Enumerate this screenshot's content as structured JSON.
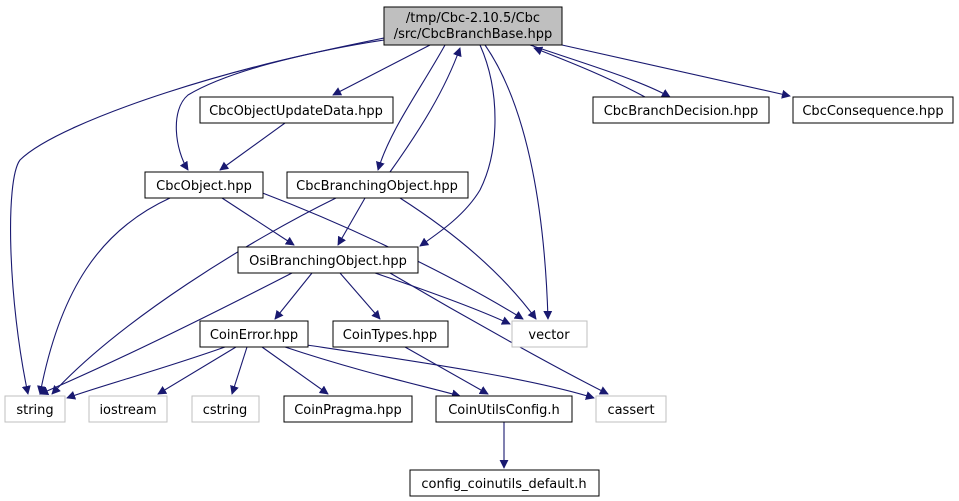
{
  "nodes": {
    "root": {
      "lines": [
        "/tmp/Cbc-2.10.5/Cbc",
        "/src/CbcBranchBase.hpp"
      ],
      "kind": "root"
    },
    "objupd": {
      "label": "CbcObjectUpdateData.hpp",
      "kind": "header"
    },
    "brdec": {
      "label": "CbcBranchDecision.hpp",
      "kind": "header"
    },
    "conseq": {
      "label": "CbcConsequence.hpp",
      "kind": "header"
    },
    "cbcobj": {
      "label": "CbcObject.hpp",
      "kind": "header"
    },
    "cbcbr": {
      "label": "CbcBranchingObject.hpp",
      "kind": "header"
    },
    "osibr": {
      "label": "OsiBranchingObject.hpp",
      "kind": "header"
    },
    "coinerr": {
      "label": "CoinError.hpp",
      "kind": "header"
    },
    "cointypes": {
      "label": "CoinTypes.hpp",
      "kind": "header"
    },
    "vector": {
      "label": "vector",
      "kind": "external"
    },
    "string": {
      "label": "string",
      "kind": "external"
    },
    "iostream": {
      "label": "iostream",
      "kind": "external"
    },
    "cstring": {
      "label": "cstring",
      "kind": "external"
    },
    "pragma": {
      "label": "CoinPragma.hpp",
      "kind": "header"
    },
    "utilscfg": {
      "label": "CoinUtilsConfig.h",
      "kind": "header"
    },
    "cassert": {
      "label": "cassert",
      "kind": "external"
    },
    "cfgdef": {
      "label": "config_coinutils_default.h",
      "kind": "header"
    }
  },
  "edges": [
    {
      "from": "root",
      "to": "objupd"
    },
    {
      "from": "root",
      "to": "brdec"
    },
    {
      "from": "root",
      "to": "conseq"
    },
    {
      "from": "root",
      "to": "cbcobj"
    },
    {
      "from": "root",
      "to": "cbcbr"
    },
    {
      "from": "root",
      "to": "osibr"
    },
    {
      "from": "root",
      "to": "vector"
    },
    {
      "from": "root",
      "to": "string"
    },
    {
      "from": "brdec",
      "to": "root"
    },
    {
      "from": "cbcbr",
      "to": "root"
    },
    {
      "from": "objupd",
      "to": "cbcobj"
    },
    {
      "from": "cbcobj",
      "to": "osibr"
    },
    {
      "from": "cbcobj",
      "to": "string"
    },
    {
      "from": "cbcobj",
      "to": "vector"
    },
    {
      "from": "cbcbr",
      "to": "osibr"
    },
    {
      "from": "cbcbr",
      "to": "string"
    },
    {
      "from": "cbcbr",
      "to": "vector"
    },
    {
      "from": "osibr",
      "to": "coinerr"
    },
    {
      "from": "osibr",
      "to": "cointypes"
    },
    {
      "from": "osibr",
      "to": "vector"
    },
    {
      "from": "osibr",
      "to": "string"
    },
    {
      "from": "osibr",
      "to": "cassert"
    },
    {
      "from": "coinerr",
      "to": "string"
    },
    {
      "from": "coinerr",
      "to": "iostream"
    },
    {
      "from": "coinerr",
      "to": "cstring"
    },
    {
      "from": "coinerr",
      "to": "pragma"
    },
    {
      "from": "coinerr",
      "to": "utilscfg"
    },
    {
      "from": "coinerr",
      "to": "cassert"
    },
    {
      "from": "cointypes",
      "to": "utilscfg"
    },
    {
      "from": "utilscfg",
      "to": "cfgdef"
    }
  ],
  "colors": {
    "edge": "#191970",
    "root_fill": "#bfbfbf",
    "header_border": "#000000",
    "external_border": "#bfbfbf",
    "background": "#ffffff"
  }
}
